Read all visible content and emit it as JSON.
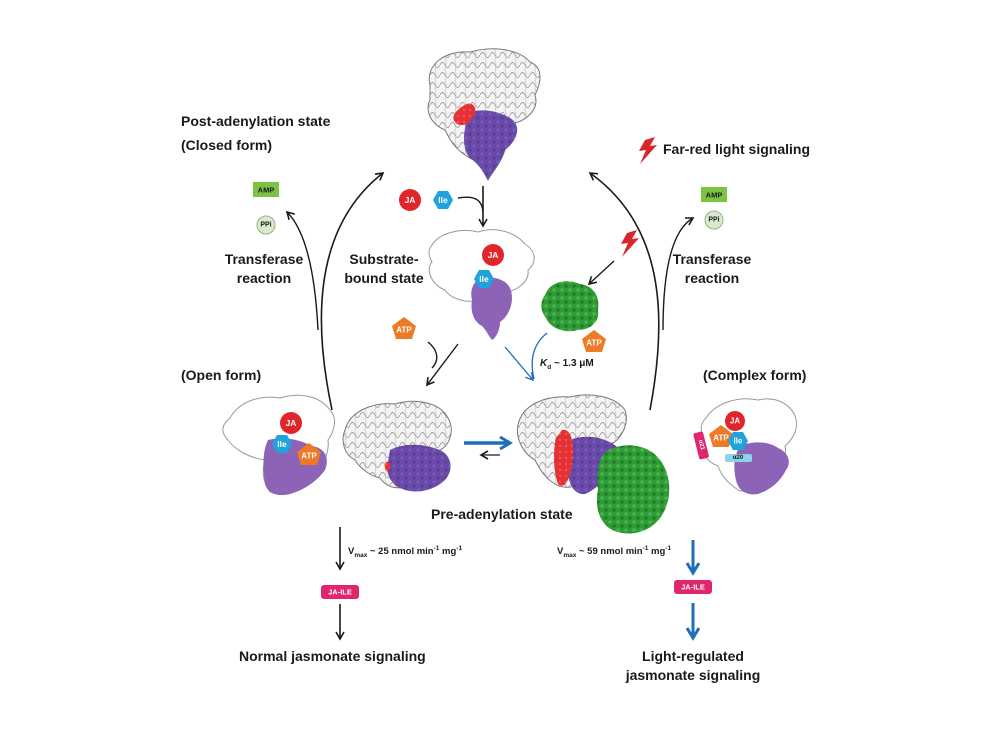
{
  "labels": {
    "post_adenylation_title": "Post-adenylation state",
    "closed_form": "(Closed form)",
    "far_red": "Far-red light signaling",
    "transferase_left_1": "Transferase",
    "transferase_left_2": "reaction",
    "transferase_right_1": "Transferase",
    "transferase_right_2": "reaction",
    "substrate_bound_1": "Substrate-",
    "substrate_bound_2": "bound state",
    "open_form": "(Open form)",
    "complex_form": "(Complex form)",
    "pre_adenylation": "Pre-adenylation state",
    "kd_symbol": "K",
    "kd_sub": "d",
    "kd_value": " ~ 1.3 μM",
    "vmax_left_main": "V",
    "vmax_left_sub": "max",
    "vmax_left_value": " ~ 25 nmol min",
    "vmax_left_exp1": "-1",
    "vmax_left_unit2": " mg",
    "vmax_left_exp2": "-1",
    "vmax_right_main": "V",
    "vmax_right_sub": "max",
    "vmax_right_value": " ~ 59 nmol min",
    "vmax_right_exp1": "-1",
    "vmax_right_unit2": " mg",
    "vmax_right_exp2": "-1",
    "normal_signaling": "Normal jasmonate signaling",
    "light_regulated_1": "Light-regulated",
    "light_regulated_2": "jasmonate signaling"
  },
  "molecules": {
    "amp": "AMP",
    "ppi": "PPi",
    "ja": "JA",
    "ile": "Ile",
    "atp": "ATP",
    "ja_ile": "JA-ILE",
    "a20": "α20",
    "a21": "α21"
  },
  "colors": {
    "ja_red": "#e0262b",
    "ile_blue": "#1fa3dc",
    "atp_orange": "#ec7a26",
    "amp_green": "#7dc242",
    "ppi_green": "#d8ead0",
    "ja_ile_pink": "#e0266f",
    "domain_purple": "#8d63b8",
    "surface_purple": "#6a4aa8",
    "phytochrome_green": "#2f9a36",
    "arrow_blue": "#1f6fb8",
    "arrow_black": "#1a1a1a",
    "lightning_red": "#d9262b"
  }
}
